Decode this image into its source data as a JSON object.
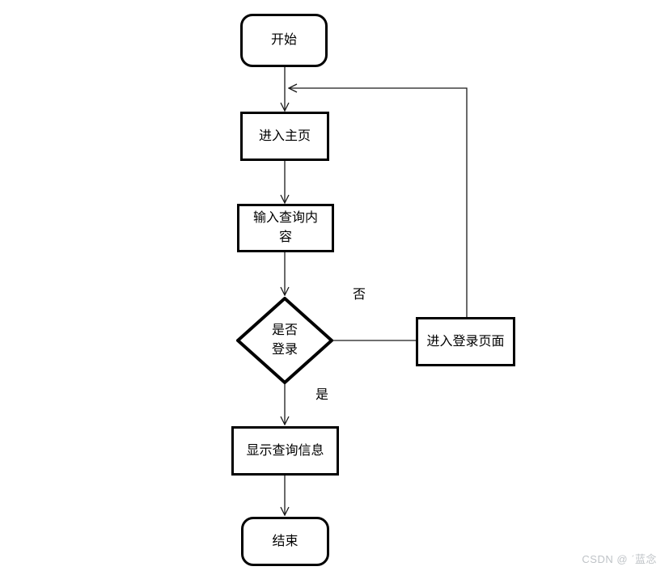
{
  "nodes": [
    {
      "id": "start",
      "type": "terminator",
      "label": "开始"
    },
    {
      "id": "enter-home",
      "type": "process",
      "label": "进入主页"
    },
    {
      "id": "input-query",
      "type": "process",
      "label": "输入查询内\n容"
    },
    {
      "id": "login-decision",
      "type": "decision",
      "label": "是否\n登录"
    },
    {
      "id": "enter-login-page",
      "type": "process",
      "label": "进入登录页面"
    },
    {
      "id": "show-query-info",
      "type": "process",
      "label": "显示查询信息"
    },
    {
      "id": "end",
      "type": "terminator",
      "label": "结束"
    }
  ],
  "edge_labels": [
    {
      "id": "no",
      "text": "否"
    },
    {
      "id": "yes",
      "text": "是"
    }
  ],
  "watermark": "CSDN @ ˊ蓝念",
  "colors": {
    "node_stroke": "#000000",
    "connector": "#1a1a1a",
    "background": "#ffffff",
    "watermark_text": "#bfc3c7"
  }
}
